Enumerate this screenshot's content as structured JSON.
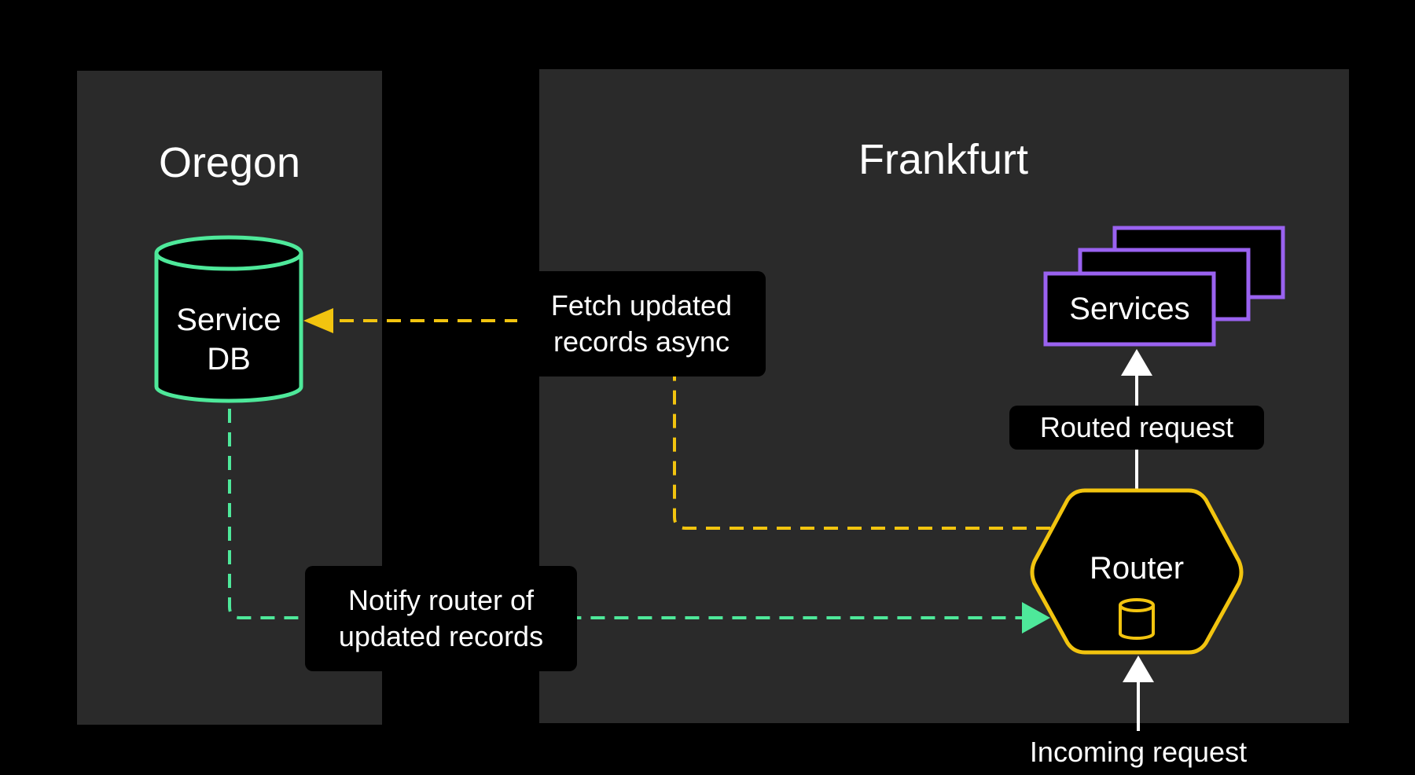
{
  "regions": {
    "oregon": {
      "title": "Oregon"
    },
    "frankfurt": {
      "title": "Frankfurt"
    }
  },
  "nodes": {
    "service_db": {
      "line1": "Service",
      "line2": "DB"
    },
    "services": {
      "label": "Services"
    },
    "router": {
      "label": "Router"
    }
  },
  "edges": {
    "fetch": {
      "line1": "Fetch updated",
      "line2": "records async"
    },
    "notify": {
      "line1": "Notify router of",
      "line2": "updated records"
    },
    "routed": {
      "label": "Routed request"
    },
    "incoming": {
      "label": "Incoming request"
    }
  },
  "colors": {
    "background": "#000000",
    "region": "#2a2a2a",
    "db_green": "#4ee89a",
    "router_yellow": "#f2c40f",
    "services_purple": "#9a62f0",
    "arrow_white": "#ffffff"
  }
}
